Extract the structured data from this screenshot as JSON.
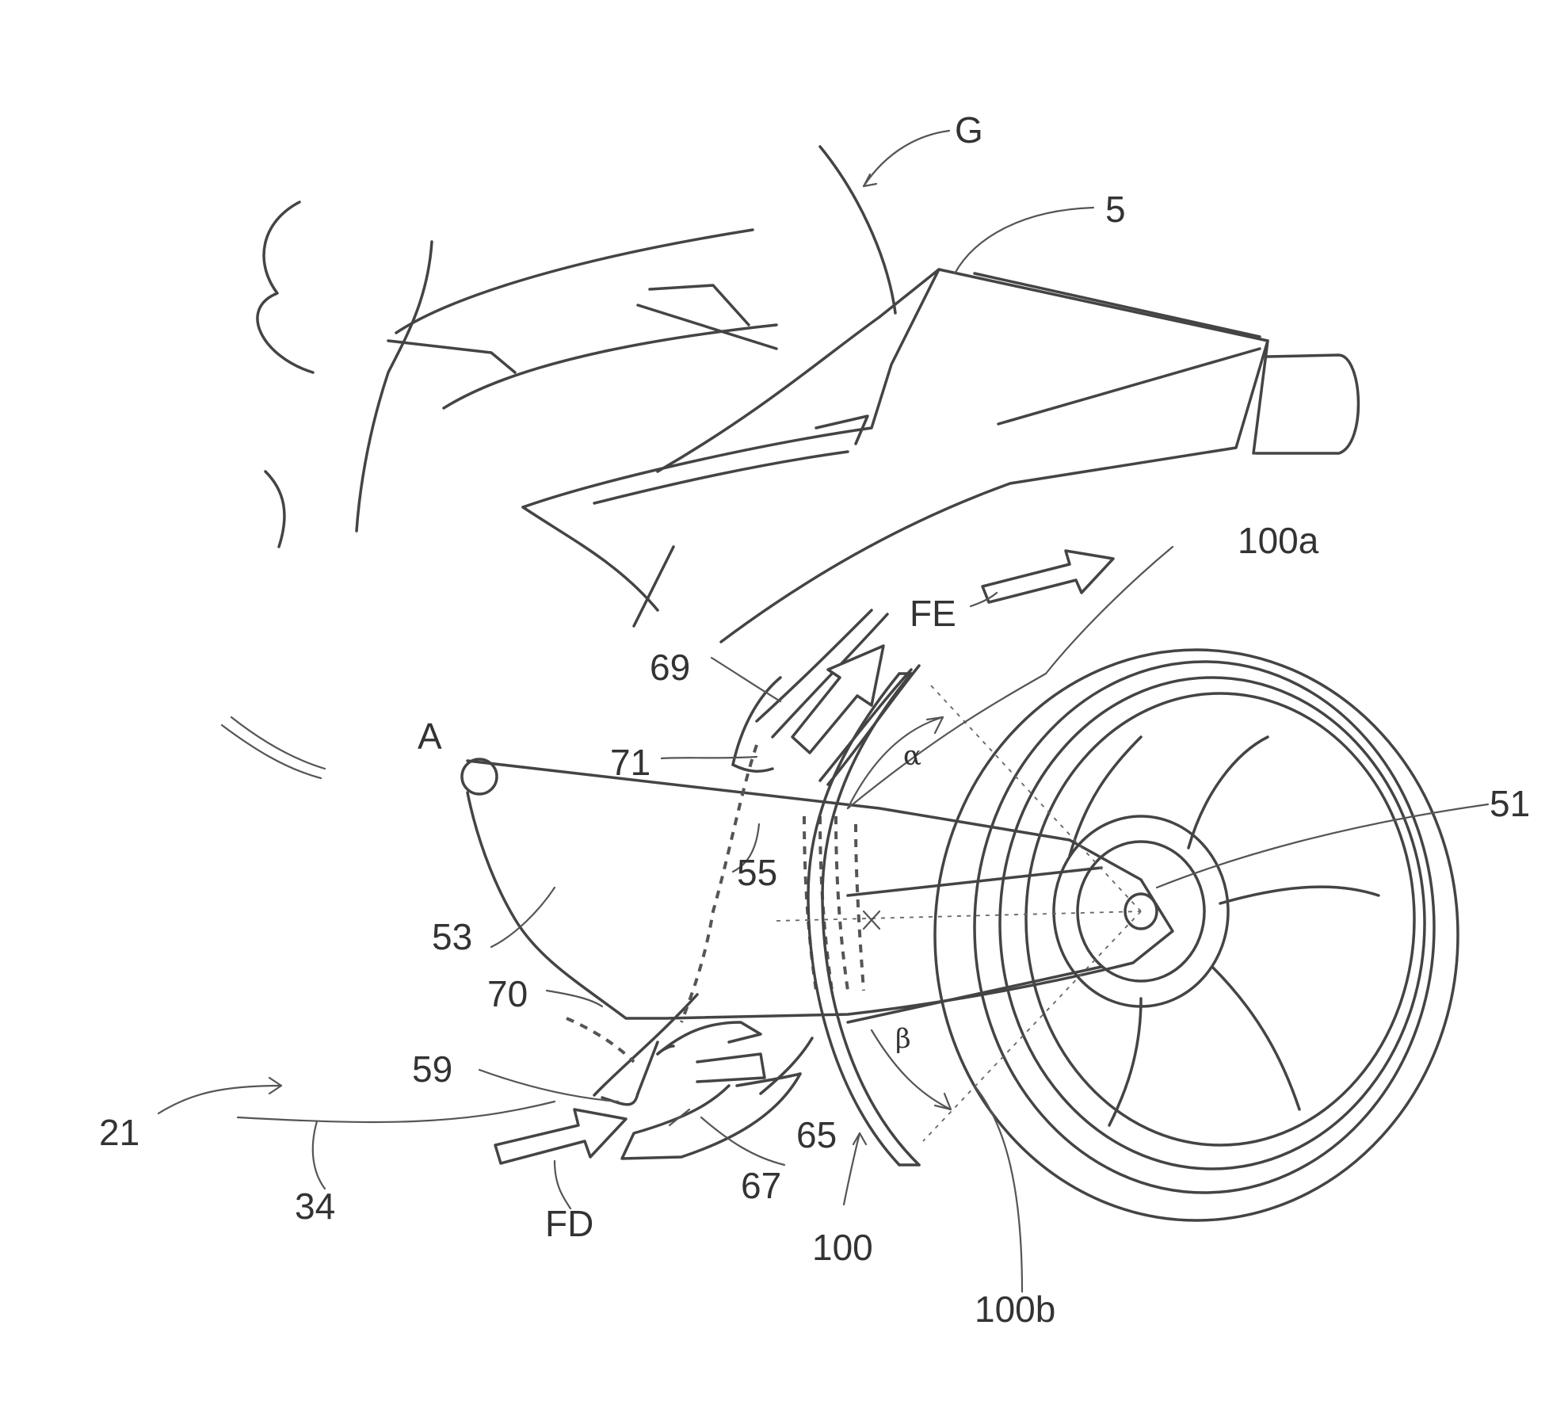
{
  "labels": {
    "G": "G",
    "five": "5",
    "fe": "FE",
    "a100": "100a",
    "l69": "69",
    "A": "A",
    "l71": "71",
    "alpha": "α",
    "l51": "51",
    "l55": "55",
    "l53": "53",
    "l70": "70",
    "beta": "β",
    "l59": "59",
    "l21": "21",
    "l65": "65",
    "l67": "67",
    "l34": "34",
    "fd": "FD",
    "l100": "100",
    "b100": "100b"
  }
}
